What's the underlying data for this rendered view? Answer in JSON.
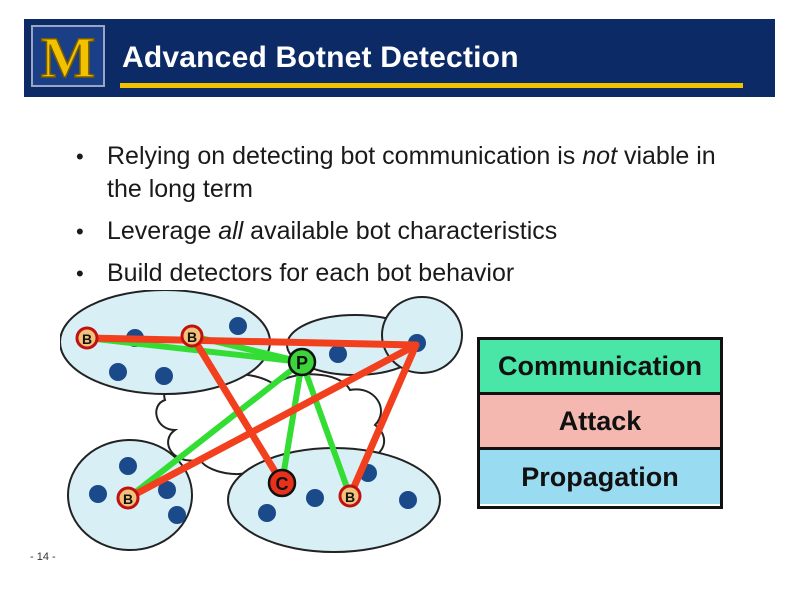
{
  "slide": {
    "logo_text": "M",
    "title": "Advanced Botnet Detection",
    "bullets": [
      {
        "before": "Relying on detecting bot communication is ",
        "em": "not",
        "after": " viable in the long term"
      },
      {
        "before": "Leverage ",
        "em": "all",
        "after": " available bot characteristics"
      },
      {
        "before": "Build detectors for each bot behavior",
        "em": "",
        "after": ""
      }
    ],
    "page_number": "- 14 -"
  },
  "diagram": {
    "node_labels": {
      "bot": "B",
      "peer": "P",
      "controller": "C"
    }
  },
  "legend": {
    "communication": "Communication",
    "attack": "Attack",
    "propagation": "Propagation"
  },
  "colors": {
    "header_bg": "#0b2a66",
    "accent": "#f2c200",
    "communication": "#49e6a8",
    "attack": "#f4b8b0",
    "propagation": "#99dcf2",
    "green_line": "#33dd33",
    "red_line": "#f2401e"
  }
}
